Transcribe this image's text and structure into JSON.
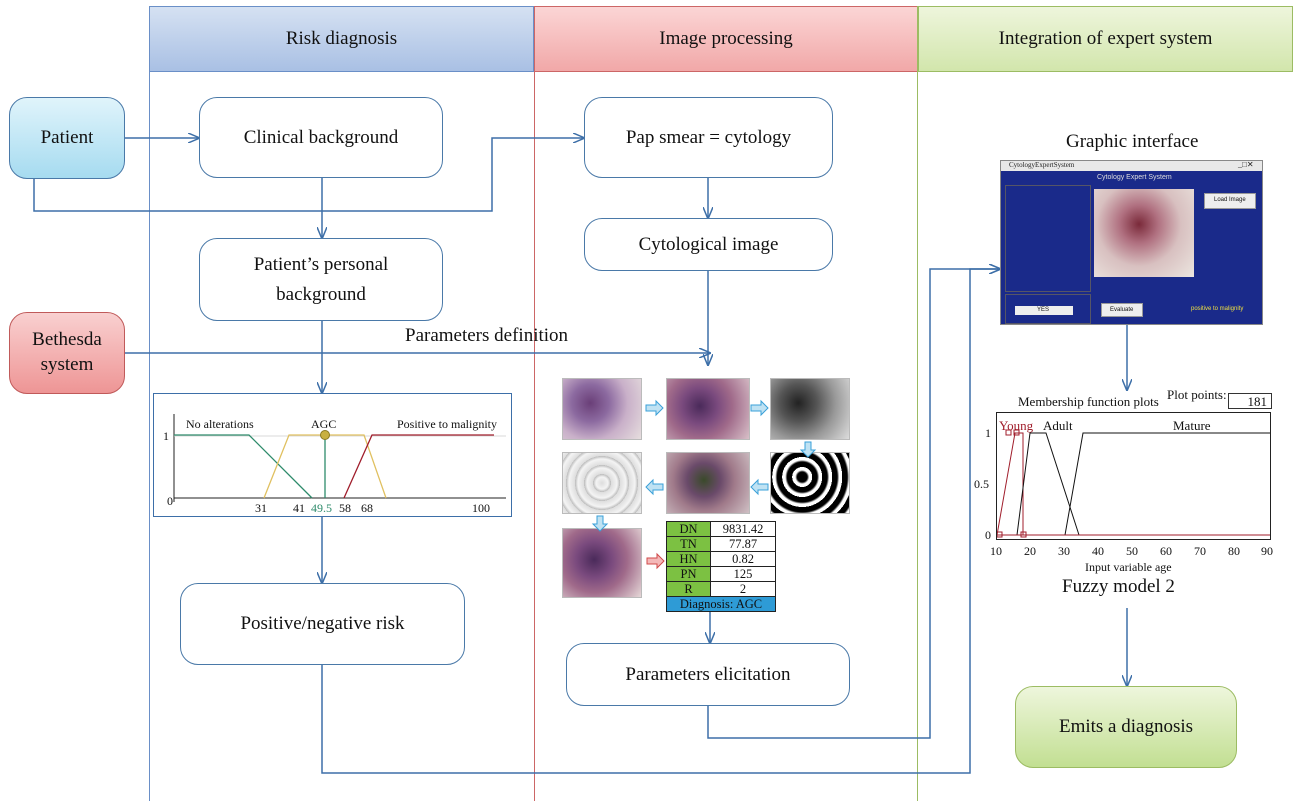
{
  "lanes": {
    "risk": "Risk diagnosis",
    "image": "Image processing",
    "expert": "Integration of expert system"
  },
  "nodes": {
    "patient": "Patient",
    "bethesda": "Bethesda system",
    "clinical": "Clinical background",
    "personal": "Patient’s personal background",
    "risk": "Positive/negative risk",
    "pap": "Pap smear = cytology",
    "cyto": "Cytological image",
    "elicit": "Parameters elicitation",
    "emits": "Emits a diagnosis"
  },
  "labels": {
    "params_def": "Parameters definition",
    "graphic_interface": "Graphic interface",
    "fuzzy_model": "Fuzzy model 2"
  },
  "fuzzy1": {
    "sets": [
      "No alterations",
      "AGC",
      "Positive to malignity"
    ],
    "y_ticks": [
      "1",
      "0"
    ],
    "x_ticks": [
      "31",
      "41",
      "49.5",
      "58",
      "68",
      "100"
    ]
  },
  "params_table": {
    "rows": [
      {
        "k": "DN",
        "v": "9831.42"
      },
      {
        "k": "TN",
        "v": "77.87"
      },
      {
        "k": "HN",
        "v": "0.82"
      },
      {
        "k": "PN",
        "v": "125"
      },
      {
        "k": "R",
        "v": "2"
      }
    ],
    "diagnosis": "Diagnosis: AGC"
  },
  "app": {
    "title": "CytologyExpertSystem",
    "header": "Cytology Expert System",
    "load_button": "Load Image",
    "evaluate_button": "Evaluate",
    "ylabel_value": "YES",
    "result_text": "positive to malignity"
  },
  "membership": {
    "title": "Membership function plots",
    "plot_points_label": "Plot points:",
    "plot_points_value": "181",
    "sets": [
      "Young",
      "Adult",
      "Mature"
    ],
    "y_ticks": [
      "1",
      "0.5",
      "0"
    ],
    "x_ticks": [
      "10",
      "20",
      "30",
      "40",
      "50",
      "60",
      "70",
      "80",
      "90"
    ],
    "xlabel": "Input variable age"
  },
  "colors": {
    "lane_risk": "#b8cce8",
    "lane_image": "#f3b6b6",
    "lane_expert": "#d9e8b8",
    "patient": "#bfe6f5",
    "bethesda": "#f2a8a8",
    "emits": "#cfe6a8",
    "arrow": "#3d6fa8"
  }
}
